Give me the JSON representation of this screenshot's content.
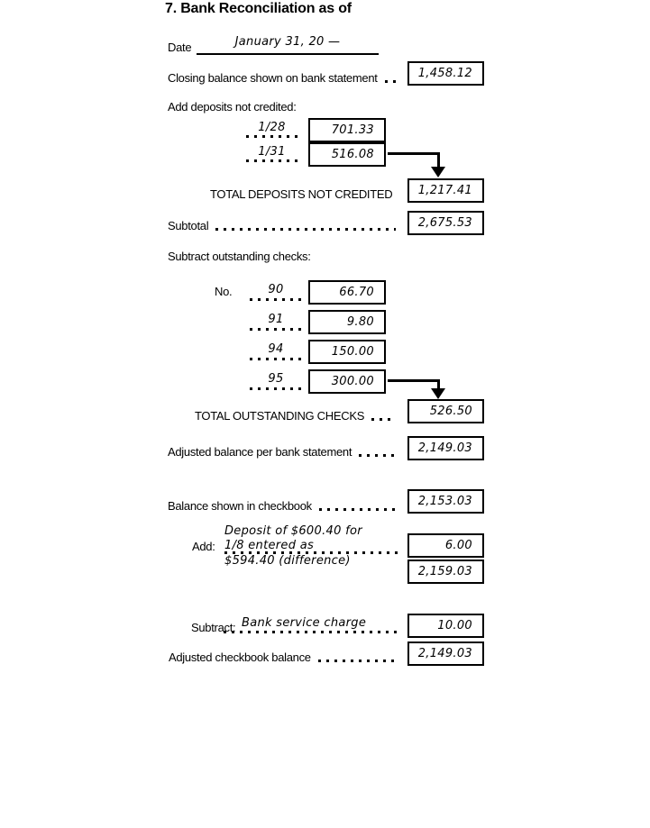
{
  "colors": {
    "ink": "#000000",
    "paper": "#ffffff"
  },
  "title": "7. Bank Reconciliation as of",
  "date": {
    "label": "Date",
    "value": "January 31, 20 —"
  },
  "form": {
    "closing_balance": {
      "label": "Closing balance shown on bank statement",
      "value": "1,458.12"
    },
    "add_deposits_heading": "Add deposits not credited:",
    "deposits": [
      {
        "date": "1/28",
        "amount": "701.33"
      },
      {
        "date": "1/31",
        "amount": "516.08"
      }
    ],
    "total_deposits": {
      "label": "TOTAL DEPOSITS NOT CREDITED",
      "value": "1,217.41"
    },
    "subtotal": {
      "label": "Subtotal",
      "value": "2,675.53"
    },
    "subtract_checks_heading": "Subtract outstanding checks:",
    "checks_no_label": "No.",
    "checks": [
      {
        "number": "90",
        "amount": "66.70"
      },
      {
        "number": "91",
        "amount": "9.80"
      },
      {
        "number": "94",
        "amount": "150.00"
      },
      {
        "number": "95",
        "amount": "300.00"
      }
    ],
    "total_checks": {
      "label": "TOTAL OUTSTANDING CHECKS",
      "value": "526.50"
    },
    "adjusted_bank": {
      "label": "Adjusted balance per bank statement",
      "value": "2,149.03"
    },
    "checkbook_balance": {
      "label": "Balance shown in checkbook",
      "value": "2,153.03"
    },
    "add_adjustment": {
      "label": "Add:",
      "note_line1": "Deposit of $600.40 for",
      "note_line2": "1/8 entered as",
      "note_line3": "$594.40 (difference)",
      "value": "6.00",
      "running_total": "2,159.03"
    },
    "subtract_adjustment": {
      "label": "Subtract:",
      "note": "Bank service charge",
      "value": "10.00"
    },
    "adjusted_checkbook": {
      "label": "Adjusted checkbook balance",
      "value": "2,149.03"
    }
  }
}
